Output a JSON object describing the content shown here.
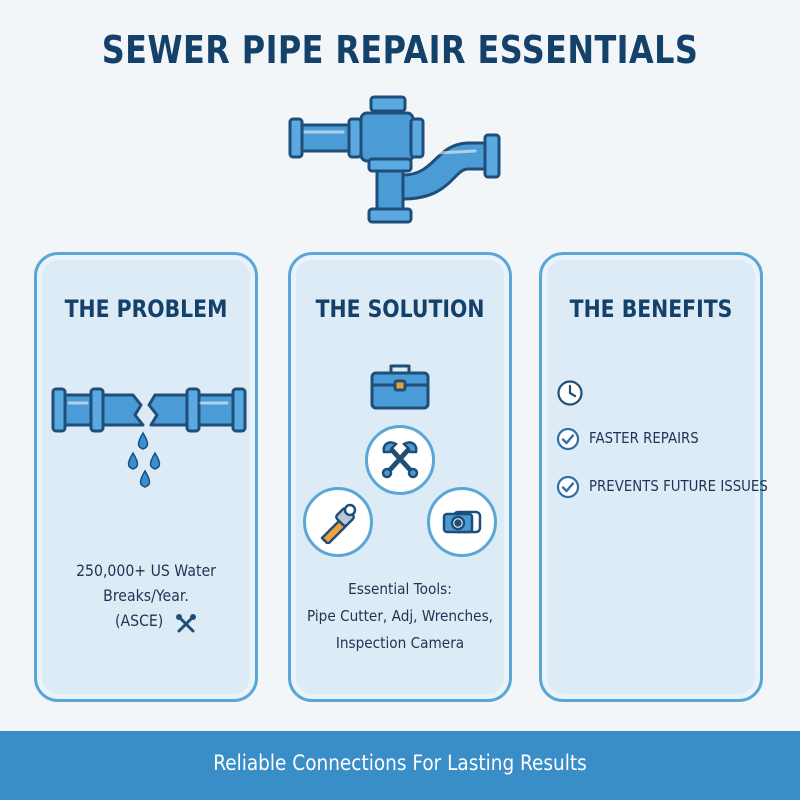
{
  "page": {
    "title": "SEWER PIPE REPAIR ESSENTIALS"
  },
  "cards": {
    "problem": {
      "title": "THE PROBLEM",
      "stat_line1": "250,000+ US Water",
      "stat_line2": "Breaks/Year.",
      "stat_line3": "(ASCE)"
    },
    "solution": {
      "title": "THE SOLUTION",
      "line1": "Essential Tools:",
      "line2": "Pipe Cutter, Adj, Wrenches,",
      "line3": "Inspection Camera"
    },
    "benefits": {
      "title": "THE BENEFITS",
      "items": [
        "FASTER REPAIRS",
        "PREVENTS FUTURE ISSUES"
      ]
    }
  },
  "footer": {
    "text": "Reliable Connections For Lasting Results"
  },
  "icons": {
    "hero": "pipe-fitting-icon",
    "problem": "broken-pipe-icon",
    "toolbox": "toolbox-icon",
    "tools": [
      "wrenches-icon",
      "pipe-cutter-icon",
      "camera-icon"
    ],
    "clock": "clock-icon",
    "check": "check-circle-icon"
  },
  "colors": {
    "title": "#14416a",
    "pipe": "#4a9bd6",
    "pipe_dark": "#1f4e79",
    "card_border": "#5aa7d6",
    "card_bg": "#ddebf6",
    "footer_bg": "#3a8ec7",
    "accent_orange": "#f0a23a"
  }
}
